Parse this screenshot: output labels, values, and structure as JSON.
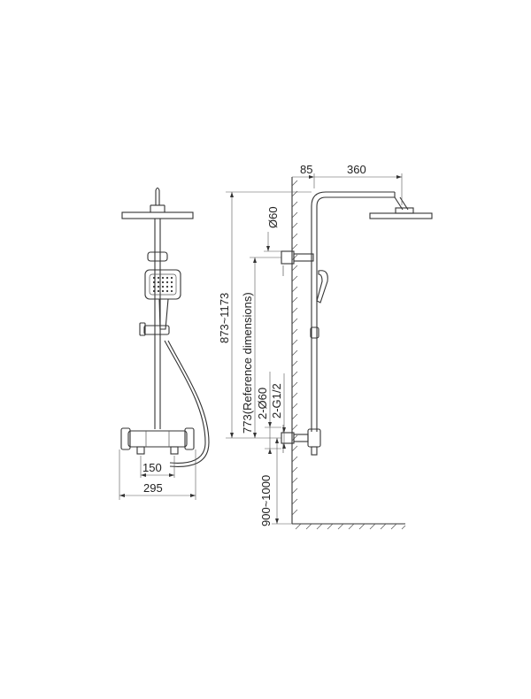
{
  "dimensions": {
    "top_offset": "85",
    "top_arm": "360",
    "head_diameter": "Ø60",
    "height_range": "873~1173",
    "reference_height": "773(Reference dimensions)",
    "inlet_diameter": "2-Ø60",
    "inlet_thread": "2-G1/2",
    "install_height": "900~1000",
    "valve_spacing": "150",
    "valve_width": "295"
  }
}
